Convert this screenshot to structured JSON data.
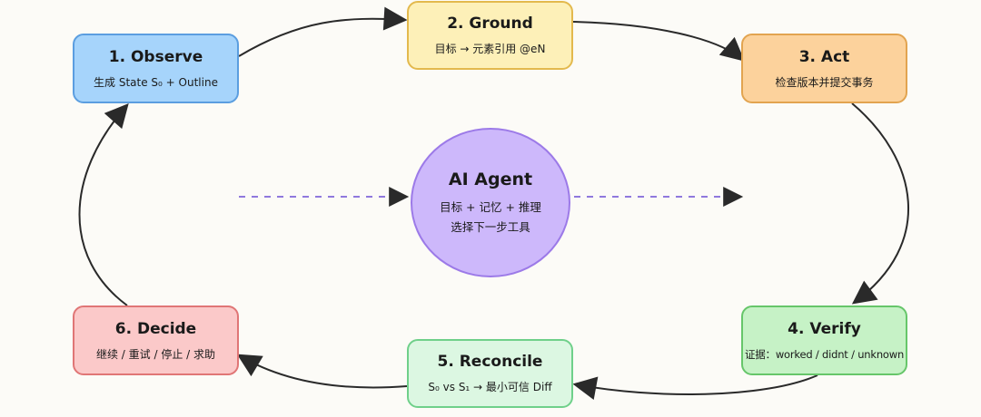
{
  "nodes": {
    "observe": {
      "title": "1. Observe",
      "desc": "生成 State S₀ + Outline",
      "fill": "#a6d4fb",
      "stroke": "#5b9ee0"
    },
    "ground": {
      "title": "2. Ground",
      "desc": "目标 → 元素引用 @eN",
      "fill": "#fdf0b8",
      "stroke": "#e3b94d"
    },
    "act": {
      "title": "3. Act",
      "desc": "检查版本并提交事务",
      "fill": "#fcd29c",
      "stroke": "#e2a450"
    },
    "verify": {
      "title": "4. Verify",
      "desc": "证据：worked / didnt / unknown",
      "fill": "#c6f2c6",
      "stroke": "#66c66a"
    },
    "reconcile": {
      "title": "5. Reconcile",
      "desc": "S₀ vs S₁ → 最小可信 Diff",
      "fill": "#dcf7e2",
      "stroke": "#6fd08a"
    },
    "decide": {
      "title": "6. Decide",
      "desc": "继续 / 重试 / 停止 / 求助",
      "fill": "#fbc9c9",
      "stroke": "#e07676"
    }
  },
  "agent": {
    "title": "AI Agent",
    "line1": "目标 + 记忆 + 推理",
    "line2": "选择下一步工具",
    "fill": "#cdb8fb",
    "stroke": "#9c7ae8"
  },
  "colors": {
    "arrow": "#2a2a2a",
    "dash": "#8f78dd"
  }
}
